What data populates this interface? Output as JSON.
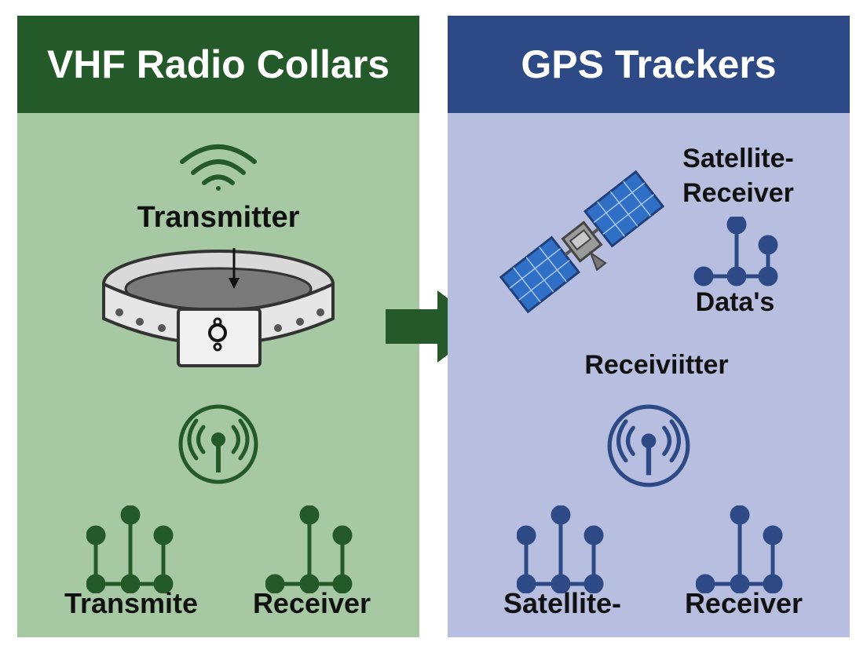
{
  "colors": {
    "vhf_panel_bg": "#a6c9a3",
    "vhf_header_bg": "#245a2a",
    "vhf_icon": "#245a2a",
    "gps_panel_bg": "#b7bedf",
    "gps_header_bg": "#2e4a86",
    "gps_icon": "#2e4a86"
  },
  "vhf": {
    "title": "VHF Radio Collars",
    "collar_label": "Transmitter",
    "node1_label": "Transmite",
    "node2_label": "Receiver",
    "icons": [
      "wifi-signal-icon",
      "collar-icon",
      "radio-antenna-icon",
      "network-node-icon",
      "network-node-icon"
    ]
  },
  "gps": {
    "title": "GPS Trackers",
    "satellite_label": "Satellite-Receiver",
    "data_label": "Data's",
    "receiver_label": "Receiviitter",
    "node1_label": "Satellite-",
    "node2_label": "Receiver",
    "icons": [
      "satellite-icon",
      "network-node-icon",
      "radio-antenna-icon",
      "network-node-icon",
      "network-node-icon"
    ]
  },
  "transition_arrow": "right-arrow-icon"
}
